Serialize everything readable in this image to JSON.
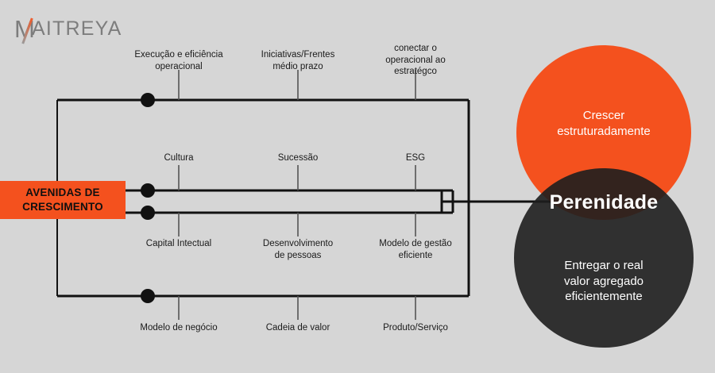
{
  "brand": {
    "logo_text": "MAITREYA",
    "logo_m": "M",
    "accent_color": "#f4511e",
    "dark_color": "#2d2d2d",
    "background_color": "#d6d6d6",
    "line_color": "#111111"
  },
  "callout": {
    "label": "AVENIDAS DE\nCRESCIMENTO"
  },
  "branches": [
    {
      "id": "top",
      "labels_above": [
        "Execução e eficiência\noperacional",
        "Iniciativas/Frentes\nmédio prazo",
        "conectar o\noperacional ao\nestratégco"
      ],
      "labels_below": []
    },
    {
      "id": "middle-upper",
      "labels_above": [
        "Cultura",
        "Sucessão",
        "ESG"
      ],
      "labels_below": []
    },
    {
      "id": "middle-lower",
      "labels_above": [],
      "labels_below": [
        "Capital Intectual",
        "Desenvolvimento\nde pessoas",
        "Modelo de gestão\neficiente"
      ]
    },
    {
      "id": "bottom",
      "labels_above": [],
      "labels_below": [
        "Modelo de negócio",
        "Cadeia de valor",
        "Produto/Serviço"
      ]
    }
  ],
  "venn": {
    "top_circle": {
      "label": "Crescer\nestruturadamente",
      "color": "#f4511e"
    },
    "bottom_circle": {
      "label": "Entregar o real\nvalor agregado\neficientemente",
      "color": "#2d2d2d"
    },
    "intersection": {
      "label": "Perenidade"
    }
  }
}
